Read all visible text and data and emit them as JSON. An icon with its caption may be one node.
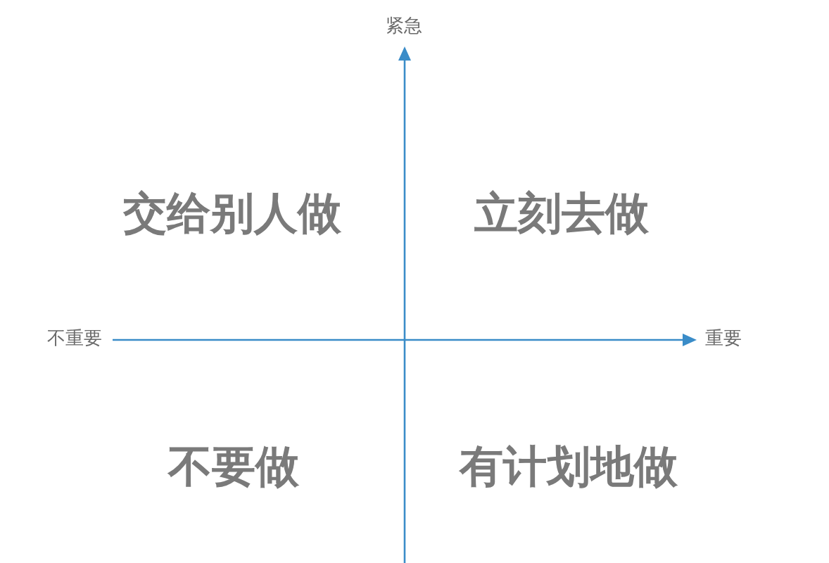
{
  "diagram": {
    "labels": [
      "紧急",
      "交给别人做",
      "立刻去做",
      "不重要",
      "重要",
      "不要做",
      "有计划地做"
    ]
  }
}
